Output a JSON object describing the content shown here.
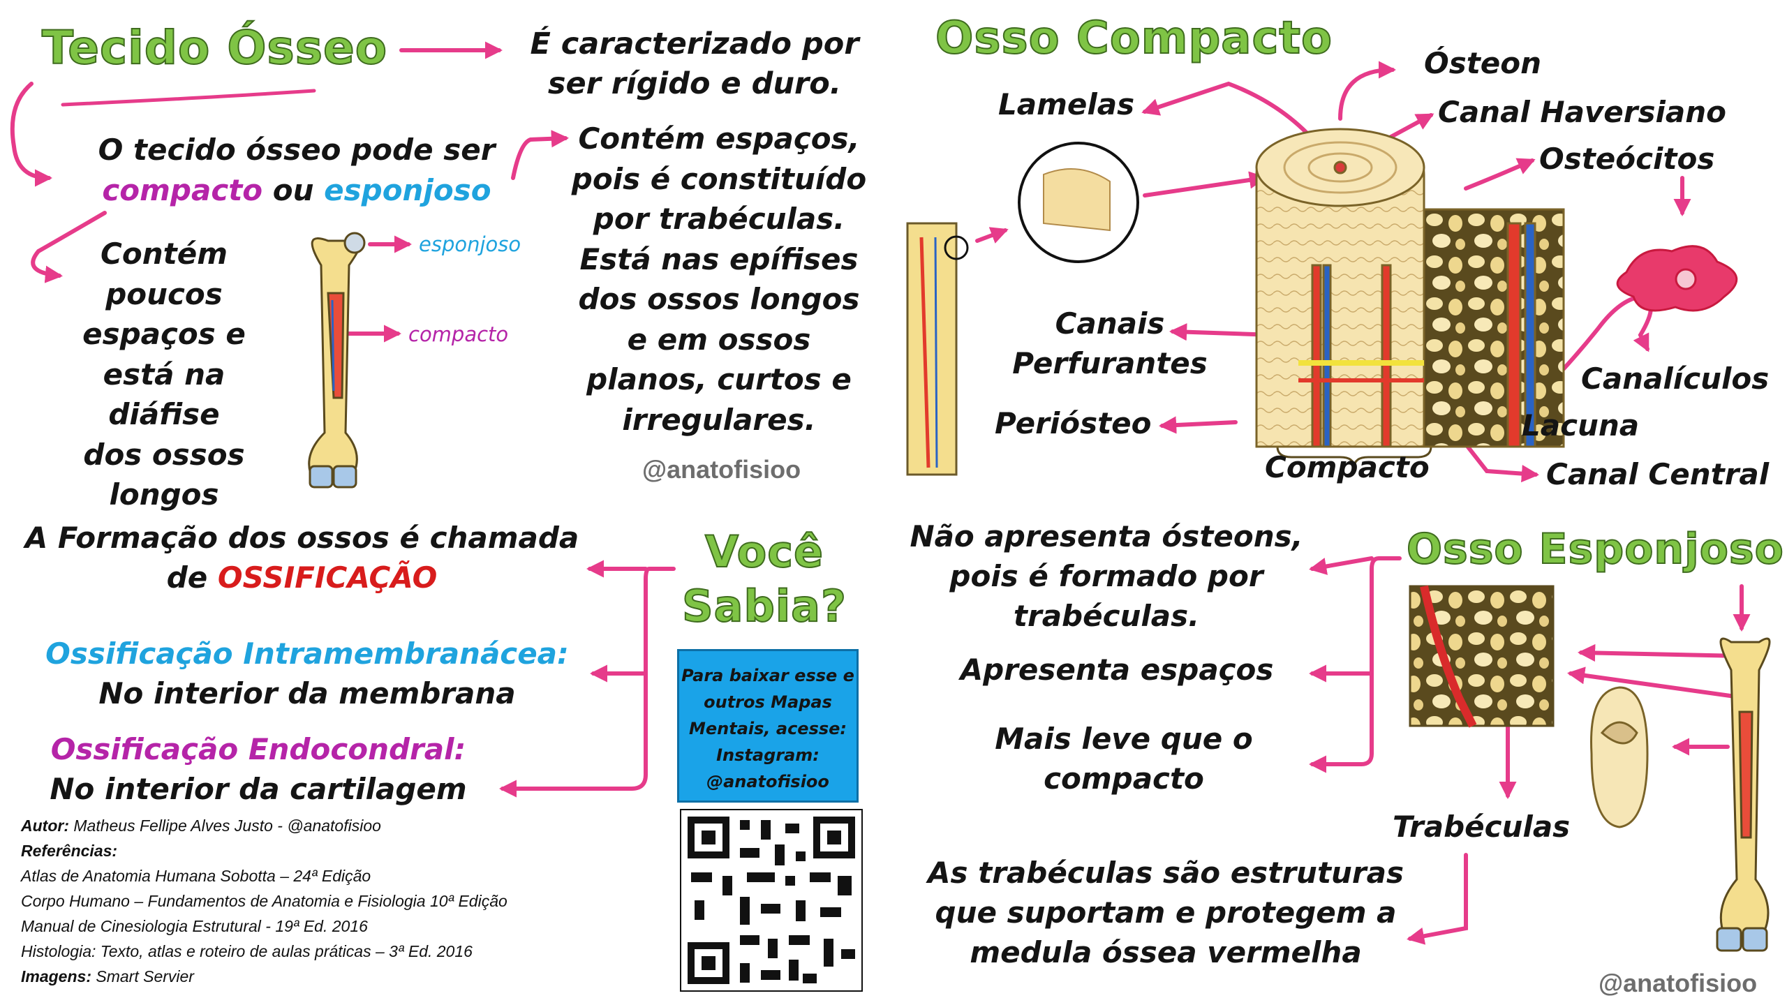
{
  "colors": {
    "arrow": "#e63b8a",
    "title_green": "#7fc445",
    "magenta": "#b524a8",
    "blue": "#1fa3de",
    "red": "#d81c1c",
    "info_box": "#1aa3e8"
  },
  "tecido": {
    "title": "Tecido Ósseo",
    "caracterizado": [
      "É caracterizado por",
      "ser rígido e duro."
    ],
    "pode_ser_prefix": "O tecido ósseo pode ser",
    "compacto": "compacto",
    "ou": " ou ",
    "esponjoso": "esponjoso",
    "compacto_desc": [
      "Contém",
      "poucos",
      "espaços e",
      "está na diáfise",
      "dos ossos",
      "longos"
    ],
    "esponjoso_desc": [
      "Contém espaços,",
      "pois é constituído",
      "por trabéculas.",
      "Está nas epífises",
      "dos ossos longos",
      "e em ossos",
      "planos, curtos e",
      "irregulares."
    ],
    "label_esponjoso": "esponjoso",
    "label_compacto": "compacto",
    "watermark": "@anatofisioo"
  },
  "compacto": {
    "title": "Osso Compacto",
    "labels": {
      "lamelas": "Lamelas",
      "osteon": "Ósteon",
      "canal_haversiano": "Canal Haversiano",
      "osteocitos": "Osteócitos",
      "canais_perfurantes_1": "Canais",
      "canais_perfurantes_2": "Perfurantes",
      "periosteo": "Periósteo",
      "compacto": "Compacto",
      "canaliculos": "Canalículos",
      "lacuna": "Lacuna",
      "canal_central": "Canal Central"
    }
  },
  "voce_sabia": {
    "title_1": "Você",
    "title_2": "Sabia?",
    "formacao_1": "A Formação dos ossos é chamada",
    "formacao_2_prefix": "de ",
    "ossificacao": "OSSIFICAÇÃO",
    "intra_title": "Ossificação Intramembranácea:",
    "intra_desc": "No interior da membrana",
    "endo_title": "Ossificação Endocondral:",
    "endo_desc": "No interior da cartilagem",
    "info_box": [
      "Para baixar esse e",
      "outros Mapas",
      "Mentais, acesse:",
      "Instagram:",
      "@anatofisioo"
    ]
  },
  "credits": {
    "autor_label": "Autor:",
    "autor": " Matheus Fellipe Alves Justo - @anatofisioo",
    "referencias_label": "Referências:",
    "refs": [
      "Atlas de Anatomia Humana Sobotta – 24ª Edição",
      "Corpo Humano – Fundamentos de Anatomia e Fisiologia 10ª Edição",
      "Manual de Cinesiologia Estrutural - 19ª Ed. 2016",
      "Histologia: Texto, atlas e roteiro de aulas práticas – 3ª Ed. 2016"
    ],
    "imagens_label": "Imagens:",
    "imagens": " Smart Servier"
  },
  "esponjoso": {
    "title": "Osso Esponjoso",
    "nao_osteons": [
      "Não apresenta ósteons,",
      "pois é formado por",
      "trabéculas."
    ],
    "espacos": "Apresenta espaços",
    "leve": [
      "Mais leve que o",
      "compacto"
    ],
    "trabeculas": "Trabéculas",
    "suportam": [
      "As trabéculas são estruturas",
      "que suportam e protegem a",
      "medula óssea vermelha"
    ],
    "watermark": "@anatofisioo"
  }
}
